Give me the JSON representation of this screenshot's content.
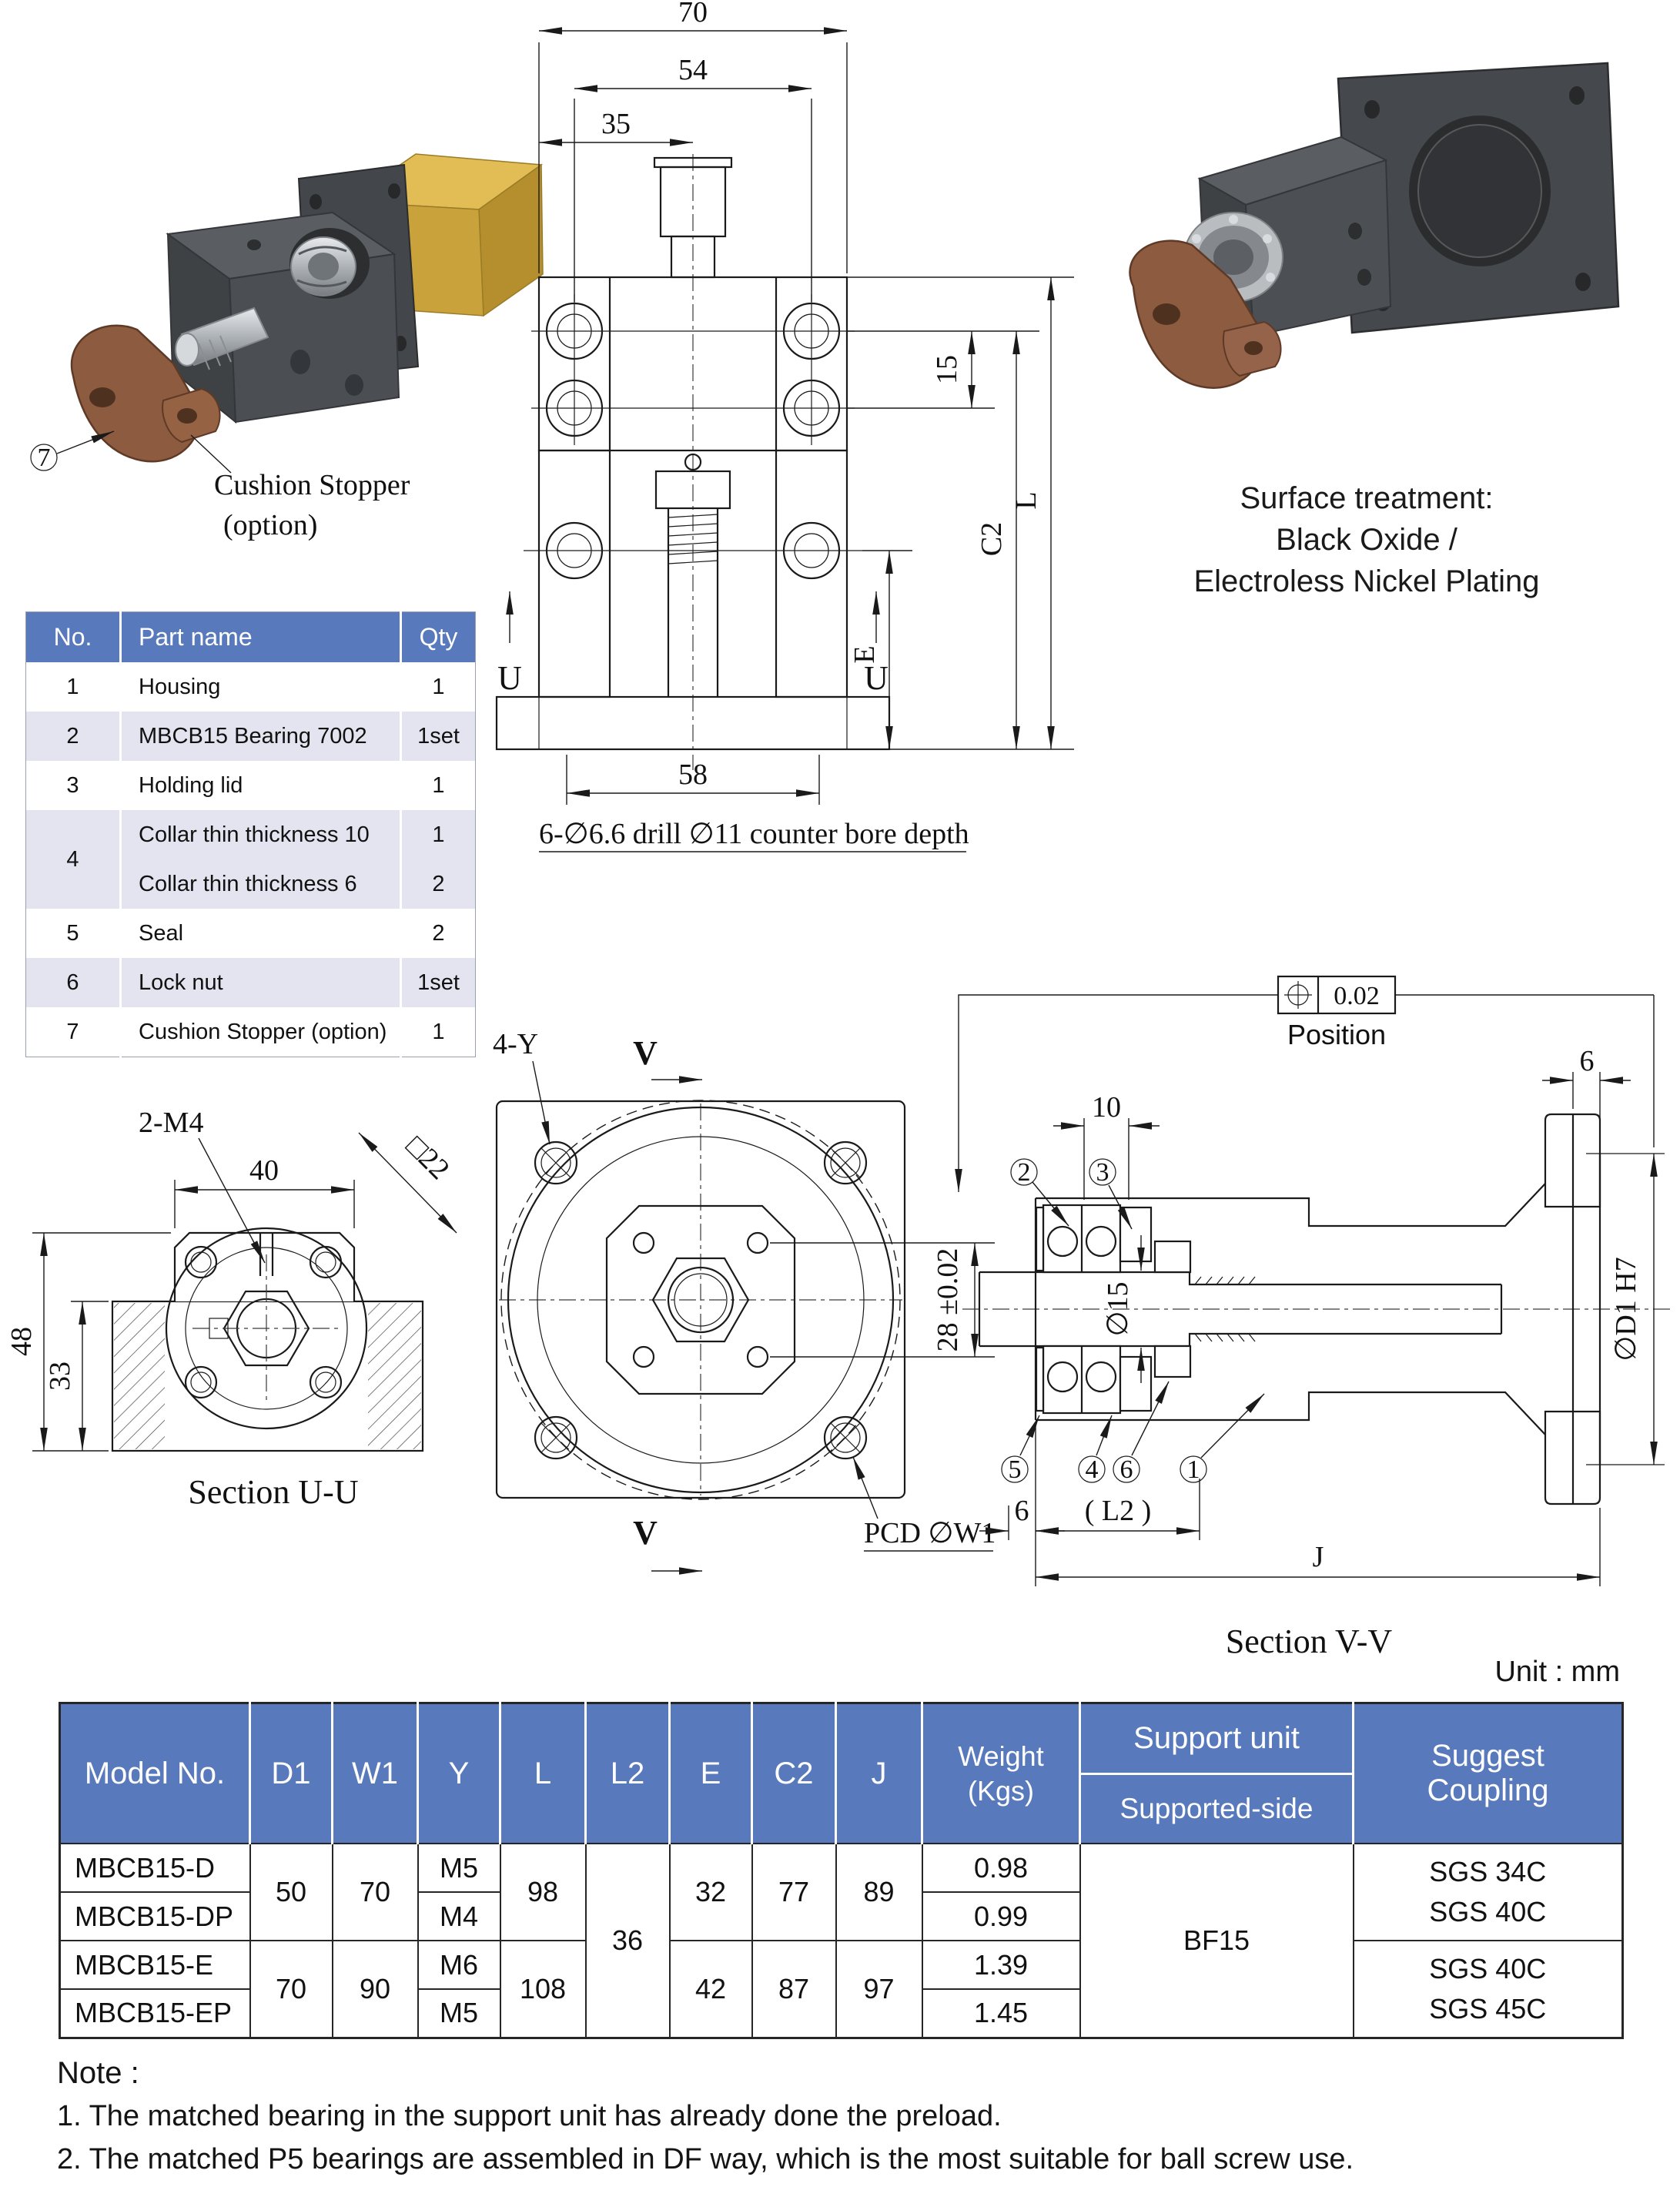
{
  "iso_left": {
    "callout_7": "7",
    "label_line1": "Cushion Stopper",
    "label_line2": "(option)"
  },
  "surface_treatment": {
    "line1": "Surface treatment:",
    "line2": "Black Oxide /",
    "line3": "Electroless Nickel Plating"
  },
  "front_view": {
    "dim_top_width": "70",
    "dim_mid_width": "54",
    "dim_small_width": "35",
    "dim_hole_spacing": "15",
    "dim_bottom_width": "58",
    "dim_total_height": "L",
    "dim_c2": "C2",
    "dim_e": "E",
    "label_u_left": "U",
    "label_u_right": "U",
    "drill_note": "6-∅6.6 drill  ∅11 counter bore depth"
  },
  "section_uu": {
    "title": "Section U-U",
    "thread_callout": "2-M4",
    "dim_width": "40",
    "dim_square": "□22",
    "dim_height_outer": "48",
    "dim_height_inner": "33"
  },
  "view_v": {
    "hole_callout": "4-Y",
    "section_arrow_top": "V",
    "section_arrow_bottom": "V",
    "dim_hole_pattern": "28 ±0.02",
    "pcd_label": "PCD ∅W1"
  },
  "section_vv": {
    "title": "Section V-V",
    "tolerance_value": "0.02",
    "tolerance_label": "Position",
    "dim_pilot": "6",
    "dim_collar": "10",
    "dim_shaft_dia": "∅15",
    "dim_bore": "∅D1  H7",
    "dim_protrusion": "6",
    "dim_l2": "( L2 )",
    "dim_j": "J",
    "callout_1": "1",
    "callout_2": "2",
    "callout_3": "3",
    "callout_4": "4",
    "callout_5": "5",
    "callout_6": "6"
  },
  "parts_table": {
    "header": {
      "no": "No.",
      "name": "Part name",
      "qty": "Qty"
    },
    "rows": [
      {
        "no": "1",
        "name": "Housing",
        "qty": "1"
      },
      {
        "no": "2",
        "name": "MBCB15 Bearing 7002",
        "qty": "1set"
      },
      {
        "no": "3",
        "name": "Holding lid",
        "qty": "1"
      },
      {
        "no": "4",
        "name_a": "Collar thin thickness 10",
        "qty_a": "1",
        "name_b": "Collar thin thickness 6",
        "qty_b": "2"
      },
      {
        "no": "5",
        "name": "Seal",
        "qty": "2"
      },
      {
        "no": "6",
        "name": "Lock nut",
        "qty": "1set"
      },
      {
        "no": "7",
        "name": "Cushion Stopper (option)",
        "qty": "1"
      }
    ]
  },
  "unit_note": "Unit : mm",
  "spec_table": {
    "headers": {
      "model": "Model No.",
      "d1": "D1",
      "w1": "W1",
      "y": "Y",
      "l": "L",
      "l2": "L2",
      "e": "E",
      "c2": "C2",
      "j": "J",
      "weight_1": "Weight",
      "weight_2": "(Kgs)",
      "support_top": "Support unit",
      "support_bottom": "Supported-side",
      "coupling_1": "Suggest",
      "coupling_2": "Coupling"
    },
    "rows": [
      {
        "model": "MBCB15-D",
        "y": "M5",
        "weight": "0.98"
      },
      {
        "model": "MBCB15-DP",
        "y": "M4",
        "weight": "0.99"
      },
      {
        "model": "MBCB15-E",
        "y": "M6",
        "weight": "1.39"
      },
      {
        "model": "MBCB15-EP",
        "y": "M5",
        "weight": "1.45"
      }
    ],
    "merged": {
      "d1_top": "50",
      "d1_bottom": "70",
      "w1_top": "70",
      "w1_bottom": "90",
      "l_top": "98",
      "l_bottom": "108",
      "l2": "36",
      "e_top": "32",
      "e_bottom": "42",
      "c2_top": "77",
      "c2_bottom": "87",
      "j_top": "89",
      "j_bottom": "97",
      "support": "BF15",
      "coupling_top_1": "SGS 34C",
      "coupling_top_2": "SGS 40C",
      "coupling_bottom_1": "SGS 40C",
      "coupling_bottom_2": "SGS 45C"
    }
  },
  "notes": {
    "title": "Note :",
    "line1": "1. The matched bearing in the support unit has already done the preload.",
    "line2": "2. The matched P5 bearings are assembled in DF way, which is the most suitable for ball screw use."
  },
  "colors": {
    "header_blue": "#587ABC",
    "row_lavender": "#E4E4F0",
    "line_black": "#1a1a1a",
    "motor_gold": "#C9A13B",
    "housing_gray": "#44474B",
    "stopper_brown": "#8A5A40",
    "shaft_silver": "#C8CBCE"
  }
}
